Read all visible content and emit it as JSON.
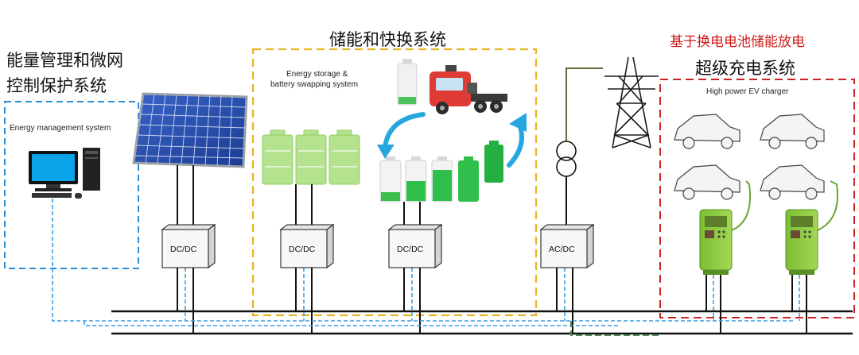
{
  "ems": {
    "title_line1": "能量管理和微网",
    "title_line2": "控制保护系统",
    "box_label": "Energy management system"
  },
  "storage": {
    "title": "储能和快换系统",
    "label_line1": "Energy storage &",
    "label_line2": "battery swapping  system"
  },
  "charging": {
    "tag": "基于换电电池储能放电",
    "title": "超级充电系统",
    "label": "High power EV charger"
  },
  "converters": {
    "pv": "DC/DC",
    "storage": "DC/DC",
    "swap": "DC/DC",
    "grid": "AC/DC"
  },
  "colors": {
    "ems_border": "#2a8fd6",
    "storage_border": "#e8b422",
    "charging_border": "#cc2222",
    "comm_line": "#3a9ee0",
    "charger_green": "#86c440",
    "battery_green": "#2fbf4a",
    "cycle_arrow": "#27a7e0"
  }
}
